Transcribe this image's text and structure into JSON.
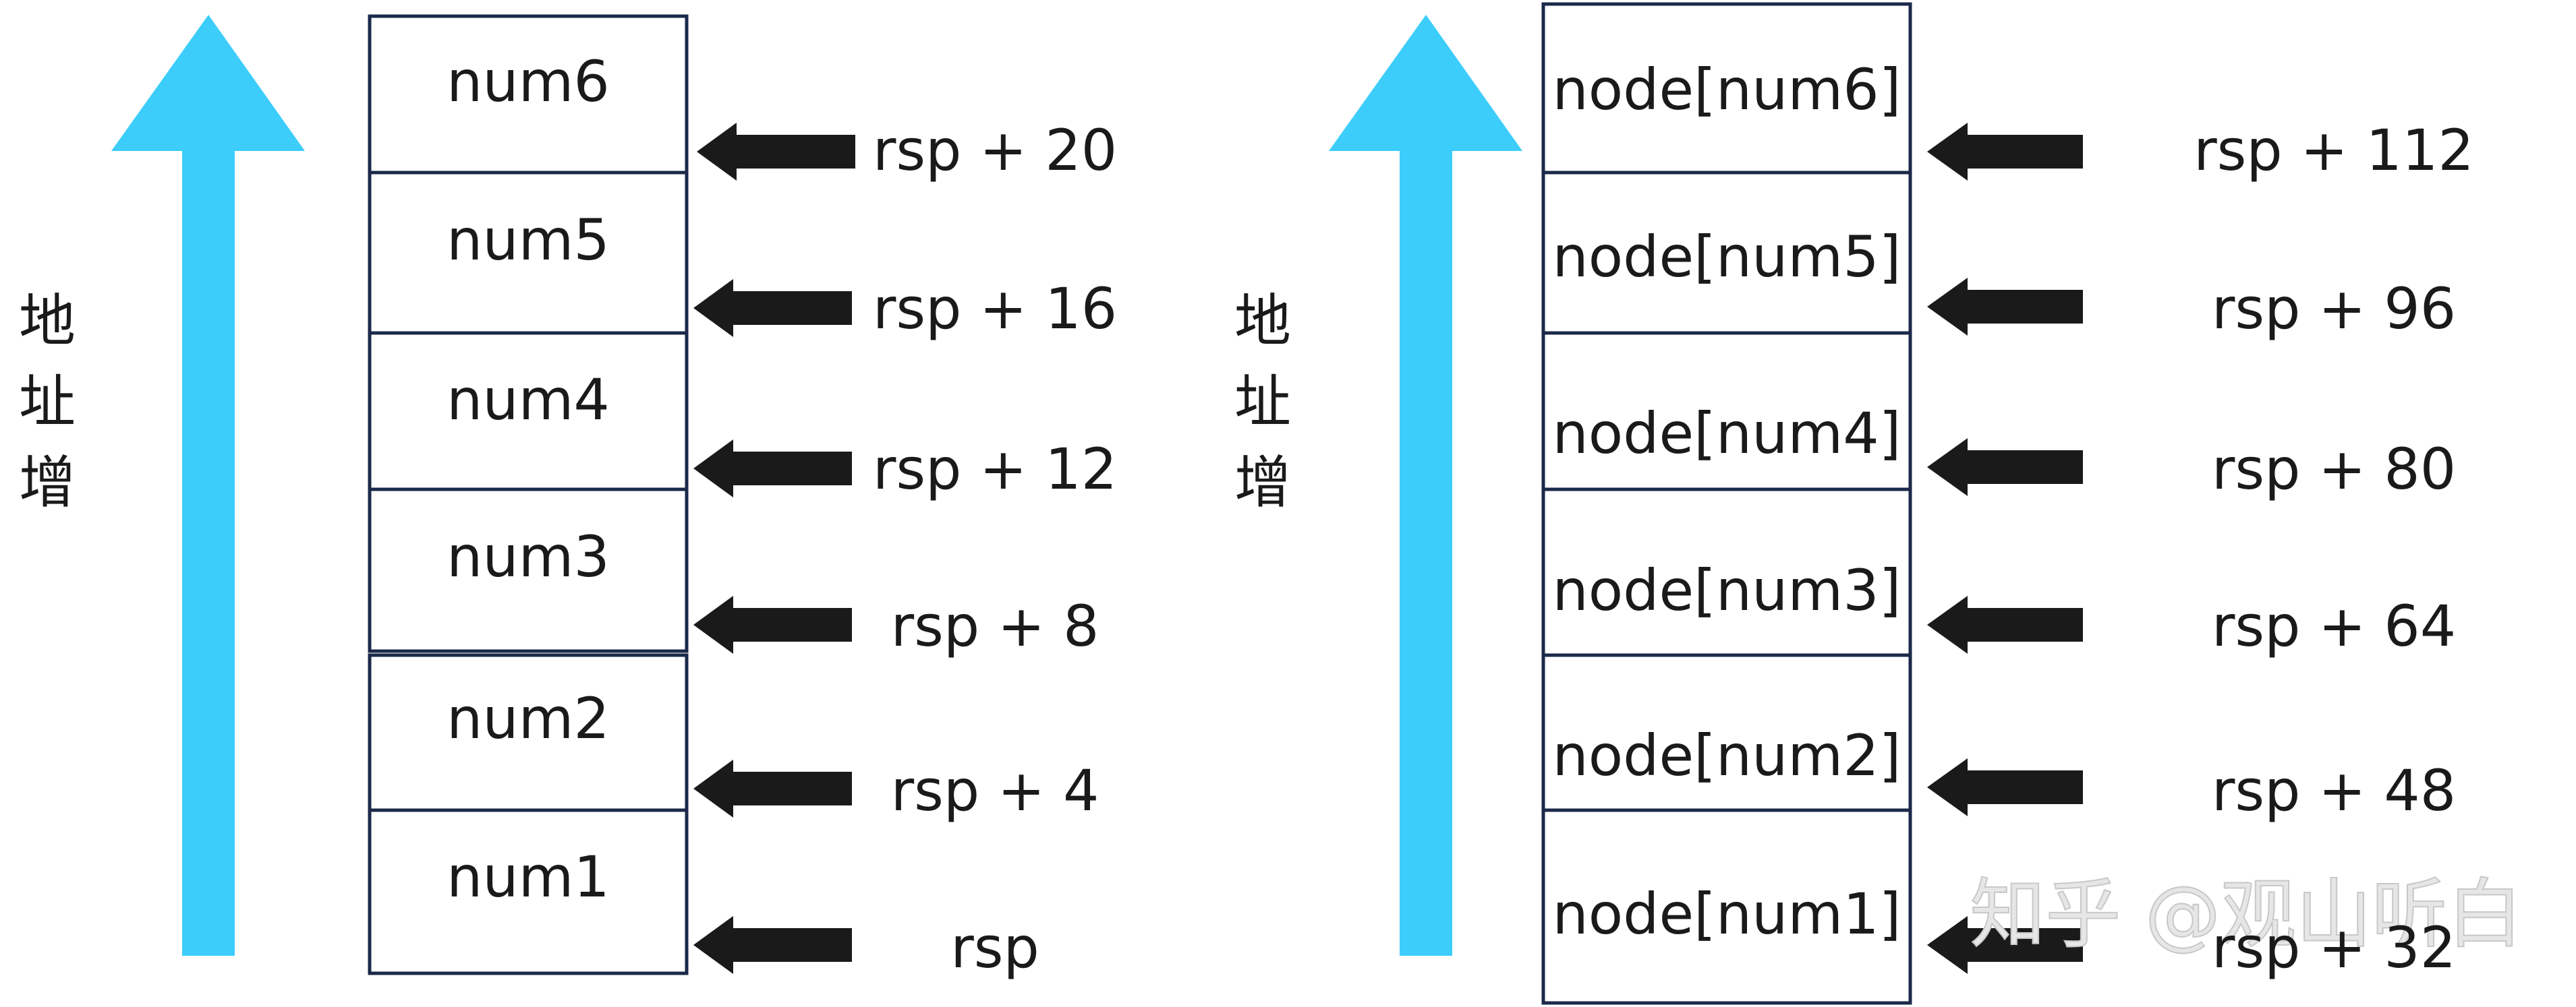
{
  "left_stack": {
    "axis_label": [
      "地",
      "址",
      "增"
    ],
    "cells": [
      "num6",
      "num5",
      "num4",
      "num3",
      "num2",
      "num1"
    ],
    "offsets": [
      "rsp + 20",
      "rsp + 16",
      "rsp + 12",
      "rsp + 8",
      "rsp + 4",
      "rsp"
    ]
  },
  "right_stack": {
    "axis_label": [
      "地",
      "址",
      "增"
    ],
    "cells": [
      "node[num6]",
      "node[num5]",
      "node[num4]",
      "node[num3]",
      "node[num2]",
      "node[num1]"
    ],
    "offsets": [
      "rsp + 112",
      "rsp + 96",
      "rsp + 80",
      "rsp + 64",
      "rsp + 48",
      "rsp + 32"
    ]
  },
  "watermark": "知乎 @观山听白",
  "colors": {
    "axis_arrow": "#3ccdfb",
    "pointer_arrow": "#1a1a1a",
    "cell_border": "#1b2a4a"
  }
}
